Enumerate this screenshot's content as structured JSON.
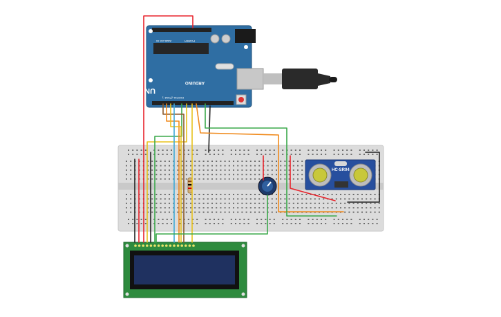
{
  "arduino": {
    "model_label": "UNO",
    "brand_label": "ARDUINO",
    "digital_label": "DIGITAL (PWM~)",
    "analog_label": "ANALOG IN",
    "power_label": "POWER"
  },
  "sensor": {
    "label": "HC-SR04"
  },
  "colors": {
    "board": "#2f6ea3",
    "breadboard": "#d9d9d9",
    "lcd_pcb": "#2e8b3e",
    "lcd_screen": "#1f3160",
    "sensor_pcb": "#274f9e",
    "wire_red": "#e8232b",
    "wire_black": "#222222",
    "wire_green": "#3aa84a",
    "wire_orange": "#f08a1c",
    "wire_yellow": "#e8c21b",
    "wire_brown": "#8b5a2b",
    "wire_blue": "#3fa9d6"
  }
}
